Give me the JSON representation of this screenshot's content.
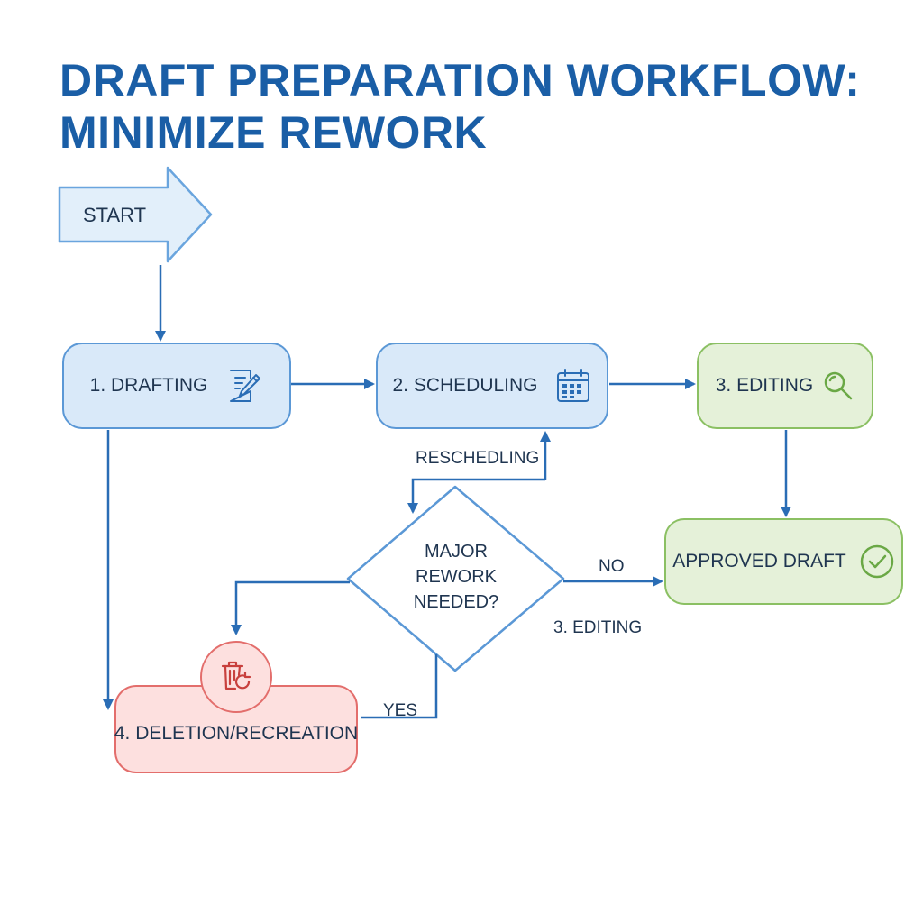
{
  "title": {
    "line1": "DRAFT PREPARATION WORKFLOW:",
    "line2": "MINIMIZE REWORK"
  },
  "nodes": {
    "start": {
      "label": "START"
    },
    "drafting": {
      "label": "1. DRAFTING",
      "icon": "document-pencil-icon"
    },
    "scheduling": {
      "label": "2. SCHEDULING",
      "icon": "calendar-icon"
    },
    "editing": {
      "label": "3. EDITING",
      "icon": "magnifier-icon"
    },
    "decision": {
      "line1": "MAJOR",
      "line2": "REWORK",
      "line3": "NEEDED?"
    },
    "approved": {
      "label": "APPROVED DRAFT",
      "icon": "check-circle-icon"
    },
    "deletion": {
      "label": "4. DELETION/RECREATION",
      "icon": "trash-recycle-icon"
    }
  },
  "edges": {
    "rescheduling": "RESCHEDLING",
    "no": "NO",
    "yes": "YES",
    "editing_note": "3. EDITING"
  },
  "colors": {
    "title": "#1a5ea6",
    "arrow": "#2a6db5",
    "blue_fill": "#d9e9f9",
    "green_fill": "#e5f1d9",
    "red_fill": "#fde0df"
  }
}
